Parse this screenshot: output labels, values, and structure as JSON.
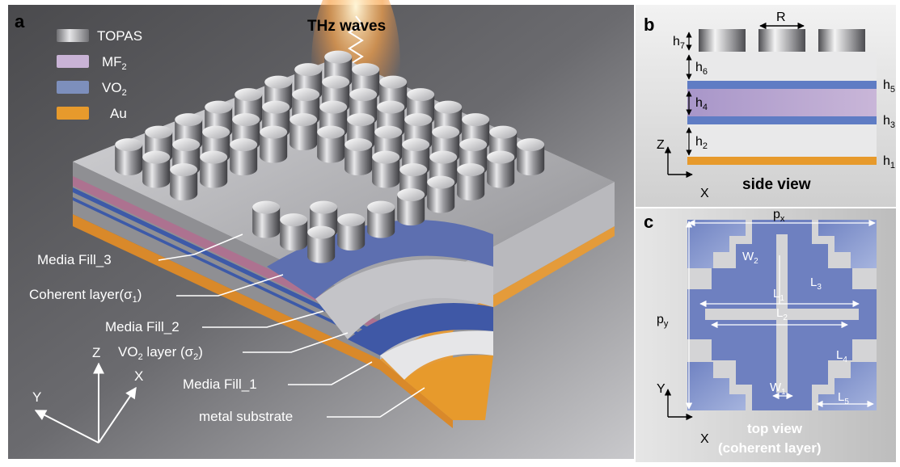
{
  "panel_a": {
    "letter": "a",
    "title": "THz waves",
    "legend": [
      {
        "name": "TOPAS",
        "sub": "",
        "color": "#9a9a9a"
      },
      {
        "name": "MF",
        "sub": "2",
        "color": "#c9b3d6"
      },
      {
        "name": "VO",
        "sub": "2",
        "color": "#7d8fbc"
      },
      {
        "name": "Au",
        "sub": "",
        "color": "#e79a2c"
      }
    ],
    "layer_labels": {
      "media_fill_3": "Media Fill_3",
      "coherent_layer": "Coherent layer(σ",
      "coherent_layer_sub": "1",
      "coherent_layer_end": ")",
      "media_fill_2": "Media Fill_2",
      "vo2_layer_a": "VO",
      "vo2_layer_sub": "2",
      "vo2_layer_b": " layer (σ",
      "vo2_layer_sub2": "2",
      "vo2_layer_end": ")",
      "media_fill_1": "Media Fill_1",
      "metal_substrate": "metal substrate"
    },
    "axes": {
      "z": "Z",
      "x": "X",
      "y": "Y"
    }
  },
  "panel_b": {
    "letter": "b",
    "caption": "side view",
    "labels": {
      "R": "R",
      "h7": "h",
      "h7s": "7",
      "h6": "h",
      "h6s": "6",
      "h5": "h",
      "h5s": "5",
      "h4": "h",
      "h4s": "4",
      "h3": "h",
      "h3s": "3",
      "h2": "h",
      "h2s": "2",
      "h1": "h",
      "h1s": "1"
    },
    "axes": {
      "z": "Z",
      "x": "X"
    }
  },
  "panel_c": {
    "letter": "c",
    "caption_line1": "top view",
    "caption_line2": "(coherent layer)",
    "labels": {
      "px": "p",
      "pxs": "x",
      "py": "p",
      "pys": "y",
      "W2": "W",
      "W2s": "2",
      "L3": "L",
      "L3s": "3",
      "L1": "L",
      "L1s": "1",
      "L2": "L",
      "L2s": "2",
      "L4": "L",
      "L4s": "4",
      "W1": "W",
      "W1s": "1",
      "L5": "L",
      "L5s": "5"
    },
    "axes": {
      "y": "Y",
      "x": "X"
    }
  }
}
